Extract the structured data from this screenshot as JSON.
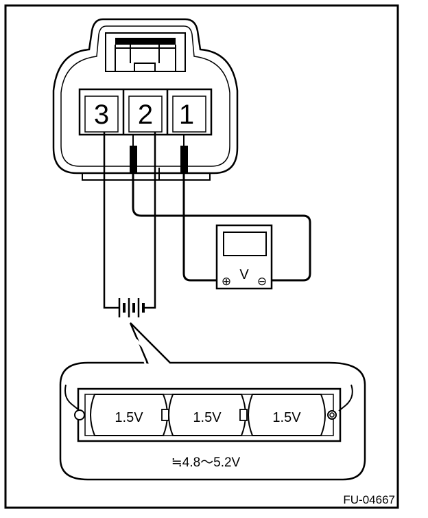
{
  "connector": {
    "pins": [
      "3",
      "2",
      "1"
    ]
  },
  "voltmeter": {
    "unit_label": "V",
    "plus_symbol": "⊕",
    "minus_symbol": "⊖"
  },
  "battery_pack": {
    "cells": [
      "1.5V",
      "1.5V",
      "1.5V"
    ],
    "voltage_note": "≒4.8〜5.2V"
  },
  "figure_id": "FU-04667"
}
